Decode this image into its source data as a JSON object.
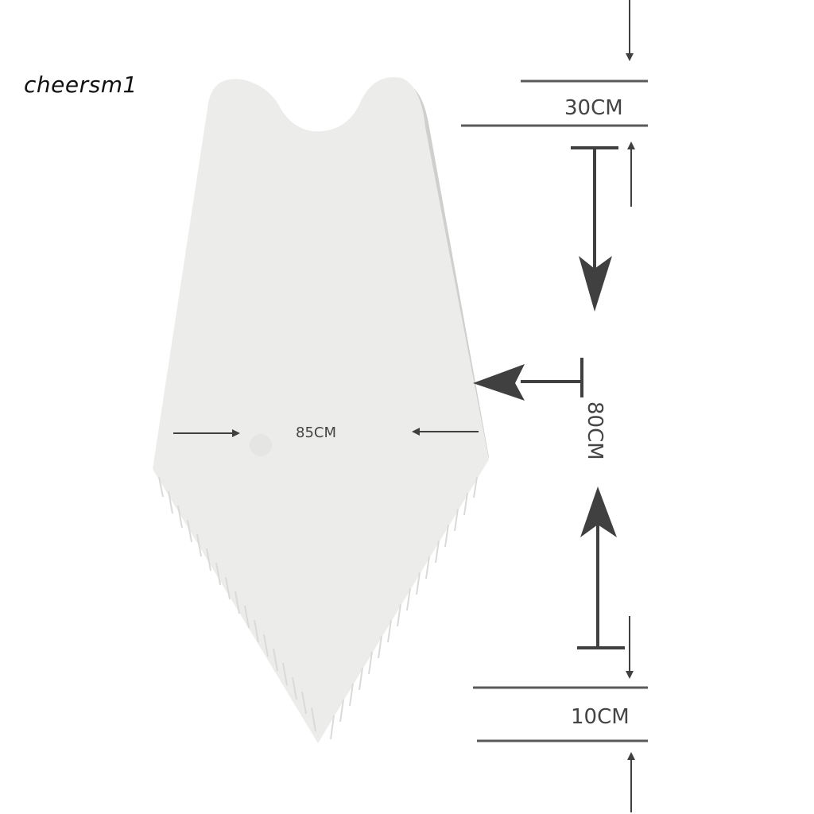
{
  "brand": {
    "watermark": "cheersm1"
  },
  "dimensions": {
    "width": "85CM",
    "length": "80CM",
    "collar": "30CM",
    "fringe": "10CM"
  },
  "colors": {
    "garment_front": "#ececea",
    "garment_side": "#cfcfcd",
    "fringe": "#d9d9d7",
    "arrow": "#404040",
    "guide_line": "#5a5a5a"
  }
}
